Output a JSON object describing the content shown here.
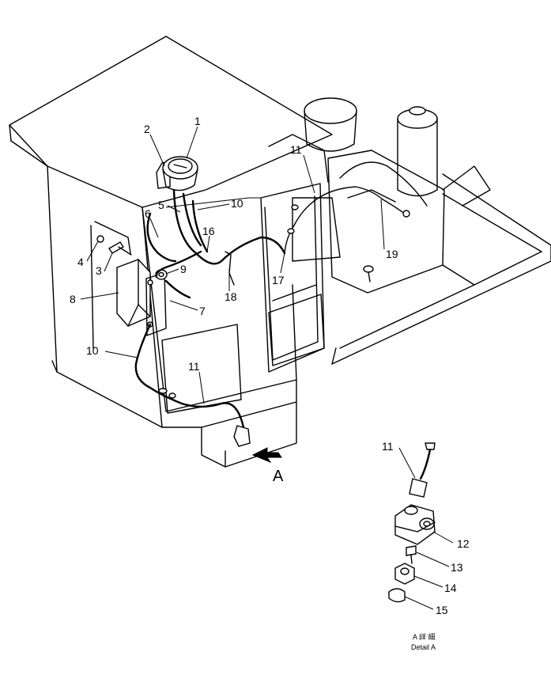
{
  "callouts": {
    "c1": "1",
    "c2": "2",
    "c3": "3",
    "c4": "4",
    "c5": "5",
    "c6": "6",
    "c7": "7",
    "c8": "8",
    "c9": "9",
    "c10a": "10",
    "c10b": "10",
    "c11a": "11",
    "c11b": "11",
    "c11c": "11",
    "c12": "12",
    "c13": "13",
    "c14": "14",
    "c15": "15",
    "c16": "16",
    "c17": "17",
    "c18": "18",
    "c19": "19"
  },
  "view_arrow_label": "A",
  "detail_caption": {
    "line1": "A 詳 細",
    "line2": "Detail A"
  }
}
